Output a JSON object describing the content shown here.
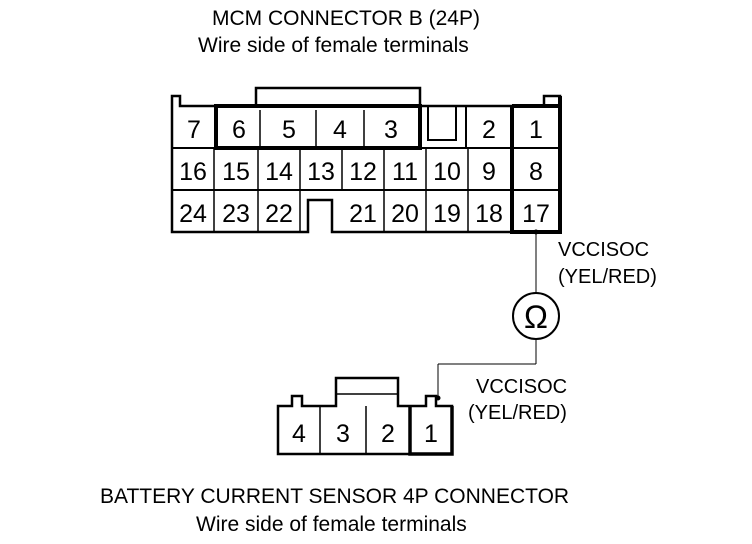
{
  "top_connector": {
    "title": "MCM CONNECTOR B (24P)",
    "subtitle": "Wire side of female terminals",
    "row1": [
      "7",
      "6",
      "5",
      "4",
      "3",
      "2",
      "1"
    ],
    "row2": [
      "16",
      "15",
      "14",
      "13",
      "12",
      "11",
      "10",
      "9",
      "8"
    ],
    "row3": [
      "24",
      "23",
      "22",
      "21",
      "20",
      "19",
      "18",
      "17"
    ]
  },
  "probe_top_label": {
    "line1": "VCCISOC",
    "line2": "(YEL/RED)"
  },
  "ohmmeter": {
    "symbol": "Ω"
  },
  "probe_bottom_label": {
    "line1": "VCCISOC",
    "line2": "(YEL/RED)"
  },
  "bottom_connector": {
    "terminals": [
      "4",
      "3",
      "2",
      "1"
    ],
    "title": "BATTERY CURRENT SENSOR 4P CONNECTOR",
    "subtitle": "Wire side of female terminals"
  }
}
